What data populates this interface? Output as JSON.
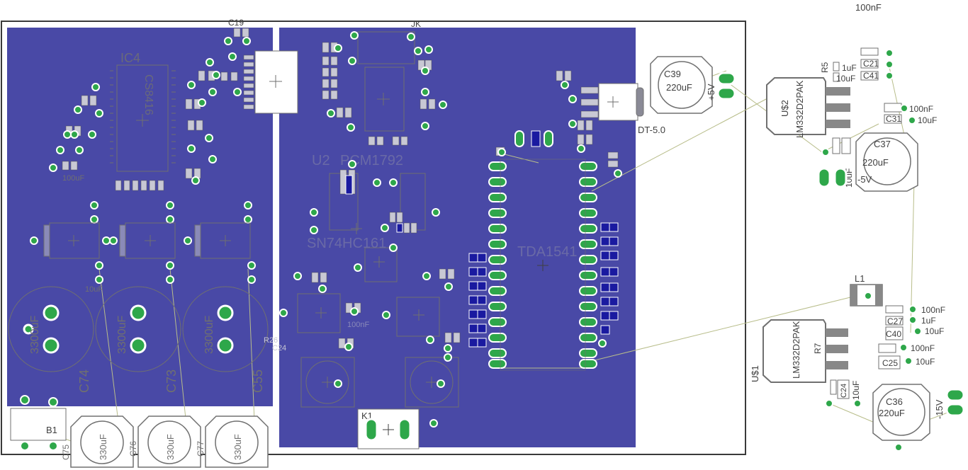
{
  "colors": {
    "pour": "#4949a6",
    "outline": "#3a3a3a",
    "silk": "#707070",
    "pad": "#2ea74a",
    "wire": "#b8bd8a",
    "blue_pad": "#1a1aa0"
  },
  "board": {
    "top_left_labels": {
      "c19": "C19",
      "ic4": "IC4",
      "cs8416": "CS8416",
      "c74": "C74",
      "c73": "C73",
      "c55": "C55",
      "c75": "C75",
      "c76": "C76",
      "c77": "C77",
      "b1": "B1",
      "c3300_a": "3300uF",
      "c3300_b": "3300uF",
      "c3300_c": "3300uF",
      "c330_a": "330uF",
      "c330_b": "330uF",
      "c330_c": "330uF",
      "cap_100uf": "100uF",
      "cap_10uf": "10uF"
    },
    "center_labels": {
      "u2": "U2",
      "u2_part": "PCM1792",
      "sn74": "SN74HC161",
      "tda": "TDA1541",
      "dt5": "DT-5.0",
      "k1": "K1",
      "r26": "R26",
      "c24": "C24",
      "jk": "JK",
      "v_plus5": "+5V",
      "c39": "C39",
      "c39_val": "220uF",
      "nf100": "100nF"
    }
  },
  "right": {
    "top_label": "100nF",
    "r5": "R5",
    "u2_reg": "U$2",
    "u2_reg_part": "LM332D2PAK",
    "c37": "C37",
    "c37_val": "220uF",
    "v5": "-5V",
    "c33_val": "10uF",
    "c21": "C21",
    "c41": "C41",
    "c31": "C31",
    "c1uf_top": "1uF",
    "c10uf_top": "10uF",
    "c100nf_mid": "100nF",
    "c10uf_mid": "10uF",
    "l1": "L1",
    "u1_reg": "U$1",
    "u1_reg_part": "LM332D2PAK",
    "r7": "R7",
    "c40": "C40",
    "c27": "C27",
    "c25": "C25",
    "c24r": "C24",
    "c36": "C36",
    "c36_val": "220uF",
    "v15": "-15V",
    "n100nf_a": "100nF",
    "n1uf": "1uF",
    "n10uf_a": "10uF",
    "n100nf_b": "100nF",
    "n10uf_b": "10uF",
    "c24_val": "10uF"
  }
}
